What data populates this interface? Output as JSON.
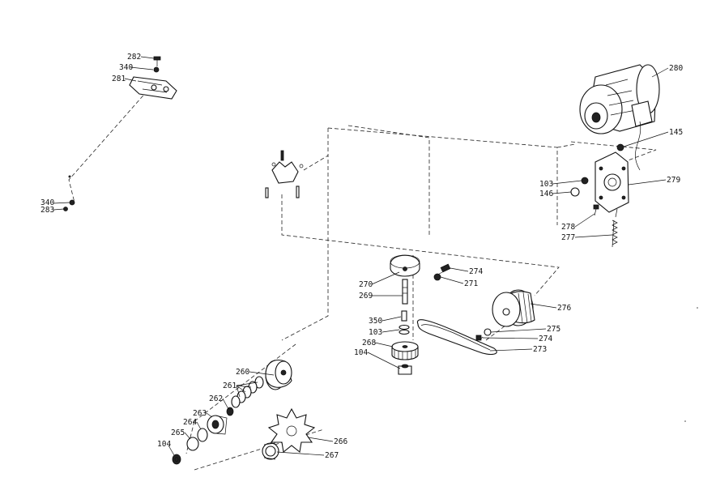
{
  "diagram": {
    "labels": {
      "l282": "282",
      "l340a": "340",
      "l281": "281",
      "l340b": "340",
      "l283": "283",
      "l280": "280",
      "l145": "145",
      "l279": "279",
      "l103a": "103",
      "l146": "146",
      "l278": "278",
      "l277": "277",
      "l274a": "274",
      "l271": "271",
      "l270": "270",
      "l269": "269",
      "l350": "350",
      "l103b": "103",
      "l268": "268",
      "l104a": "104",
      "l276": "276",
      "l275": "275",
      "l274b": "274",
      "l273": "273",
      "l260": "260",
      "l261": "261",
      "l262": "262",
      "l263": "263",
      "l264": "264",
      "l265": "265",
      "l104b": "104",
      "l266": "266",
      "l267": "267"
    }
  }
}
